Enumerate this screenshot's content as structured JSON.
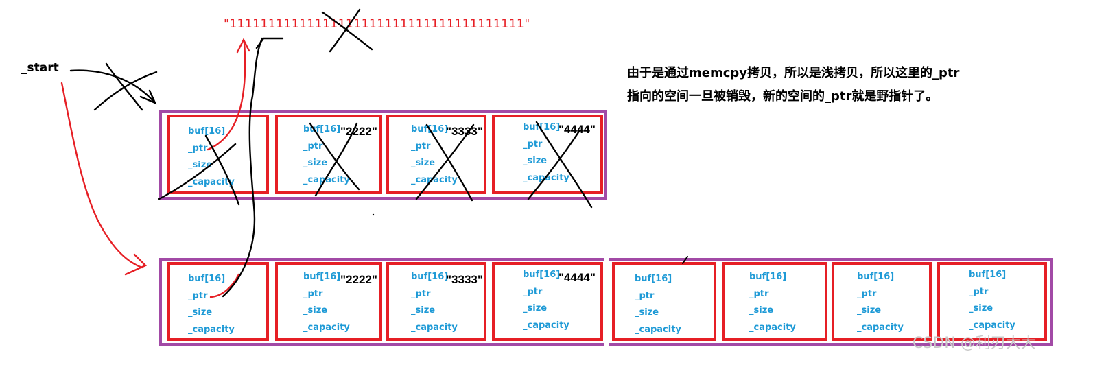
{
  "start_label": "_start",
  "top_string": "\"11111111111111111111111111111111111111\"",
  "note": {
    "line1": "由于是通过memcpy拷贝，所以是浅拷贝，所以这里的_ptr",
    "line2": "指向的空间一旦被销毁，新的空间的_ptr就是野指针了。"
  },
  "fields": {
    "buf": "buf[16]",
    "ptr": "_ptr",
    "size": "_size",
    "capacity": "_capacity"
  },
  "old_values": [
    "",
    "\"2222\"",
    "\"3333\"",
    "\"4444\""
  ],
  "new_values": [
    "",
    "\"2222\"",
    "\"3333\"",
    "\"4444\"",
    "",
    "",
    "",
    ""
  ],
  "watermark": "CSDN @利刃大大",
  "colors": {
    "outer_border": "#a24aa6",
    "cell_border": "#e61f25",
    "field_text": "#1e9ad6",
    "pointer_arrow": "#e61f25",
    "strike": "#000000"
  }
}
